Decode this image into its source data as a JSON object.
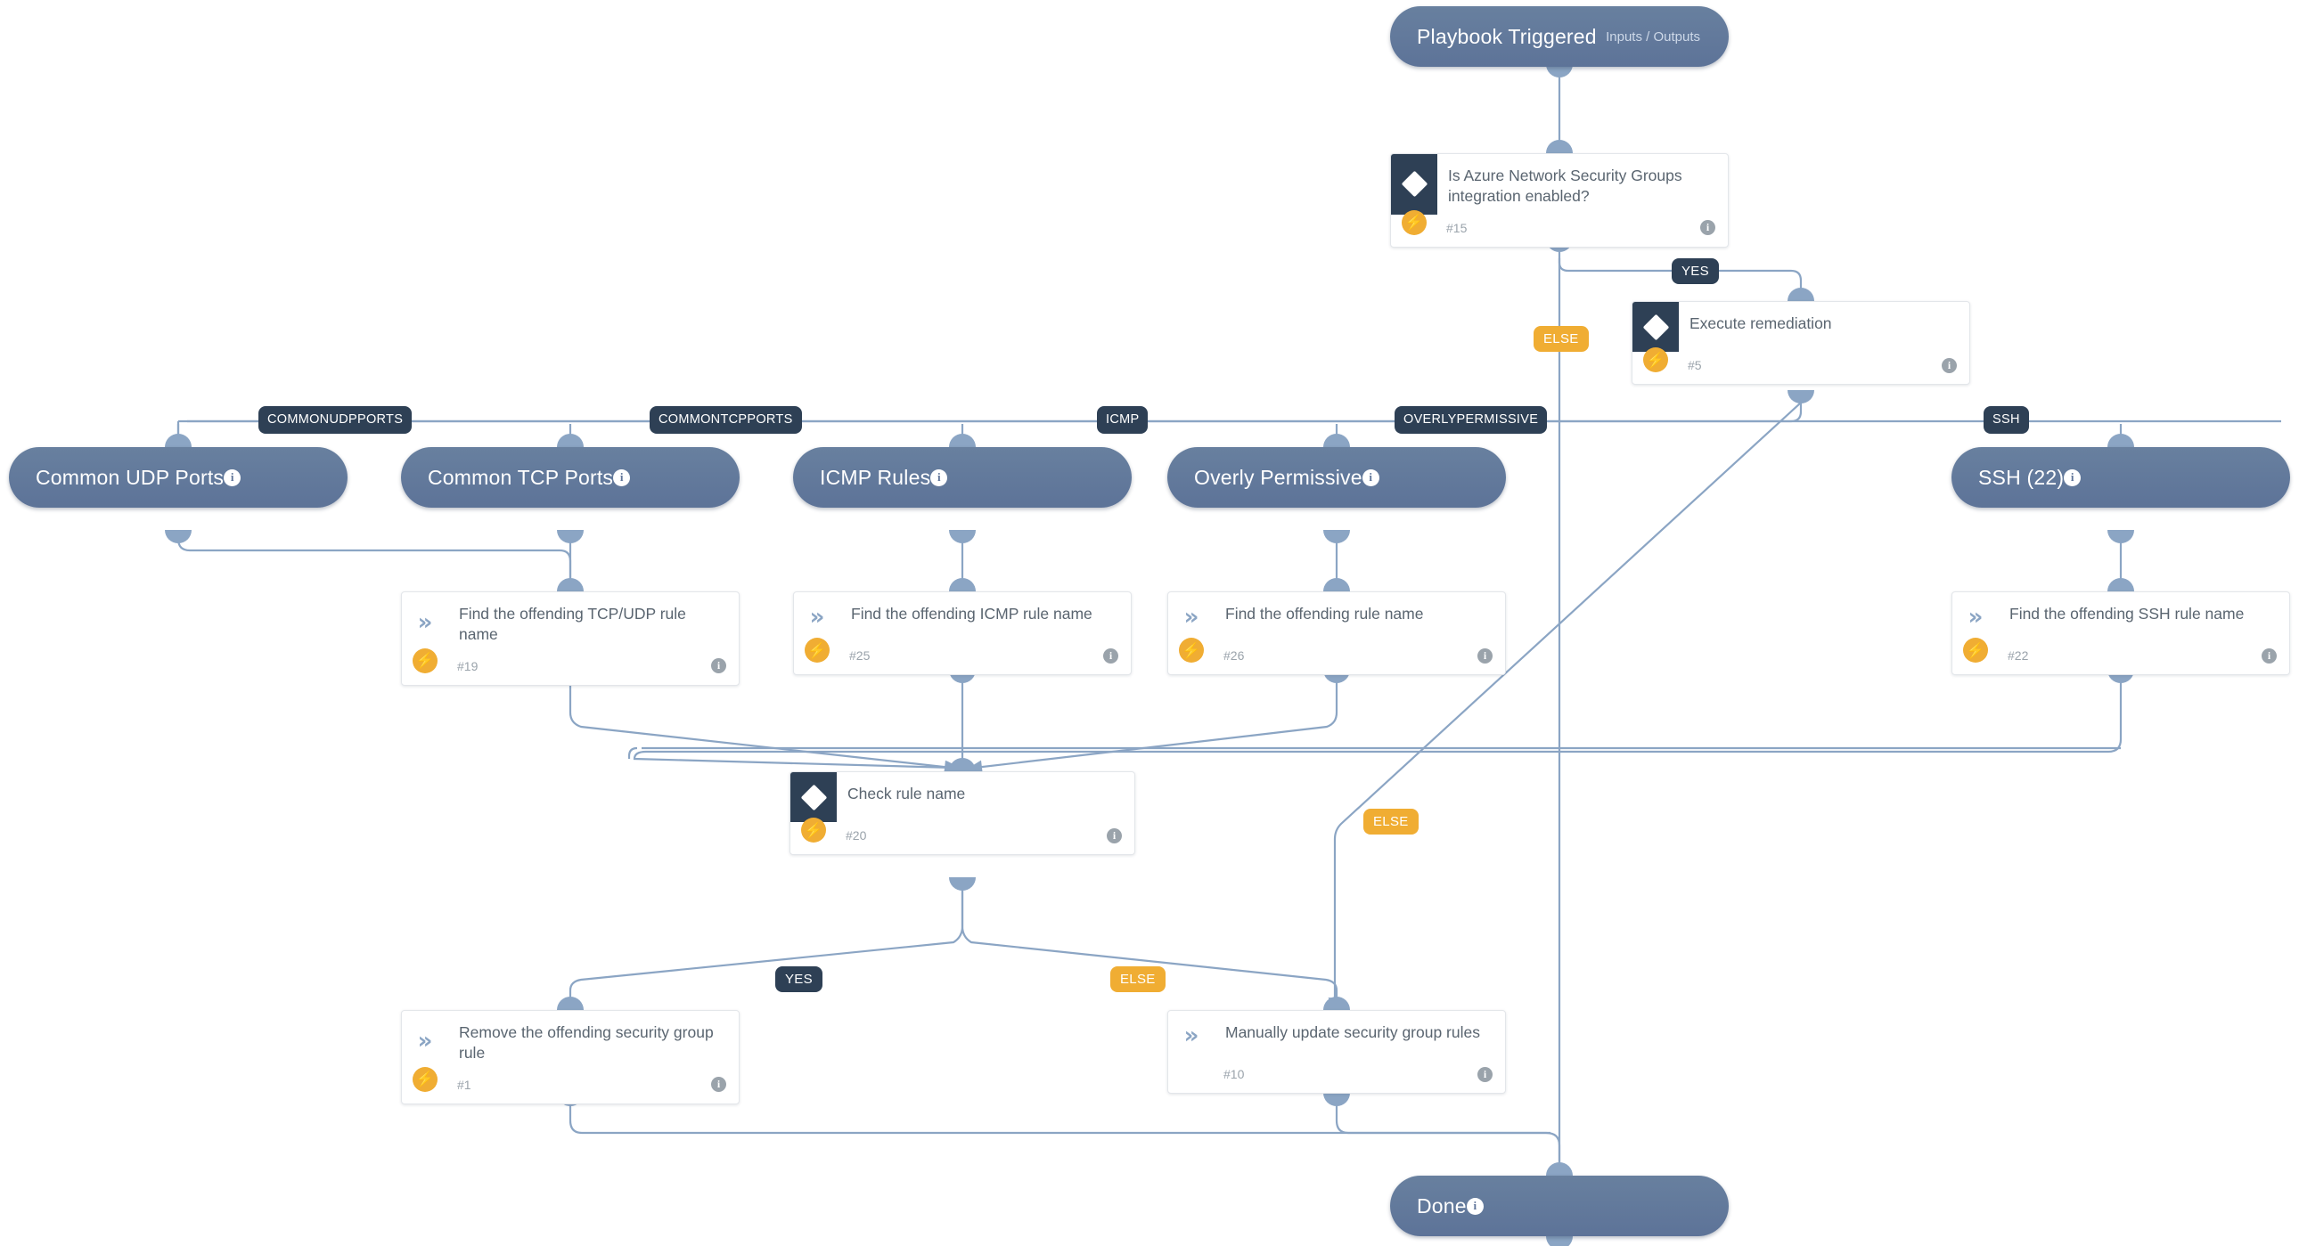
{
  "diagram": {
    "type": "playbook-workflow",
    "colors": {
      "pill": "#5d7398",
      "card_icon_dark": "#2e4055",
      "bolt": "#f0ad33",
      "badge_yes": "#2e4055",
      "badge_else": "#f0ad33",
      "wire": "#8ba5c4",
      "background": "#ffffff"
    }
  },
  "start": {
    "title": "Playbook Triggered",
    "subtitle": "Inputs / Outputs",
    "info_icon": "info-icon"
  },
  "end": {
    "title": "Done",
    "info_icon": "info-icon"
  },
  "conditions": [
    {
      "id": "c15",
      "title": "Is Azure Network Security Groups integration enabled?",
      "number": "#15",
      "icon": "diamond-icon",
      "bolt_icon": "lightning-icon",
      "info_icon": "info-icon"
    },
    {
      "id": "c5",
      "title": "Execute remediation",
      "number": "#5",
      "icon": "diamond-icon",
      "bolt_icon": "lightning-icon",
      "info_icon": "info-icon"
    },
    {
      "id": "c20",
      "title": "Check rule name",
      "number": "#20",
      "icon": "diamond-icon",
      "bolt_icon": "lightning-icon",
      "info_icon": "info-icon"
    }
  ],
  "results": [
    {
      "id": "r_udp",
      "title": "Common UDP Ports",
      "branch_label": "COMMONUDPPORTS",
      "info_icon": "info-icon"
    },
    {
      "id": "r_tcp",
      "title": "Common TCP Ports",
      "branch_label": "COMMONTCPPORTS",
      "info_icon": "info-icon"
    },
    {
      "id": "r_icmp",
      "title": "ICMP Rules",
      "branch_label": "ICMP",
      "info_icon": "info-icon"
    },
    {
      "id": "r_perm",
      "title": "Overly Permissive",
      "branch_label": "OVERLYPERMISSIVE",
      "info_icon": "info-icon"
    },
    {
      "id": "r_ssh",
      "title": "SSH (22)",
      "branch_label": "SSH",
      "info_icon": "info-icon"
    }
  ],
  "tasks": [
    {
      "id": "t19",
      "title": "Find the offending TCP/UDP rule name",
      "number": "#19",
      "icon": "chevrons-icon",
      "bolt_icon": "lightning-icon",
      "has_bolt": true,
      "info_icon": "info-icon"
    },
    {
      "id": "t25",
      "title": "Find the offending ICMP rule name",
      "number": "#25",
      "icon": "chevrons-icon",
      "bolt_icon": "lightning-icon",
      "has_bolt": true,
      "info_icon": "info-icon"
    },
    {
      "id": "t26",
      "title": "Find the offending rule name",
      "number": "#26",
      "icon": "chevrons-icon",
      "bolt_icon": "lightning-icon",
      "has_bolt": true,
      "info_icon": "info-icon"
    },
    {
      "id": "t22",
      "title": "Find the offending SSH rule name",
      "number": "#22",
      "icon": "chevrons-icon",
      "bolt_icon": "lightning-icon",
      "has_bolt": true,
      "info_icon": "info-icon"
    },
    {
      "id": "t1",
      "title": "Remove the offending security group rule",
      "number": "#1",
      "icon": "chevrons-icon",
      "bolt_icon": "lightning-icon",
      "has_bolt": true,
      "info_icon": "info-icon"
    },
    {
      "id": "t10",
      "title": "Manually update security group rules",
      "number": "#10",
      "icon": "chevrons-icon",
      "has_bolt": false,
      "info_icon": "info-icon"
    }
  ],
  "branch_badges": {
    "yes_top": "YES",
    "else_top": "ELSE",
    "else_mid": "ELSE",
    "yes_bottom": "YES",
    "else_bottom": "ELSE"
  },
  "glyphs": {
    "info": "i",
    "bolt": "⚡",
    "chevrons": "»"
  }
}
